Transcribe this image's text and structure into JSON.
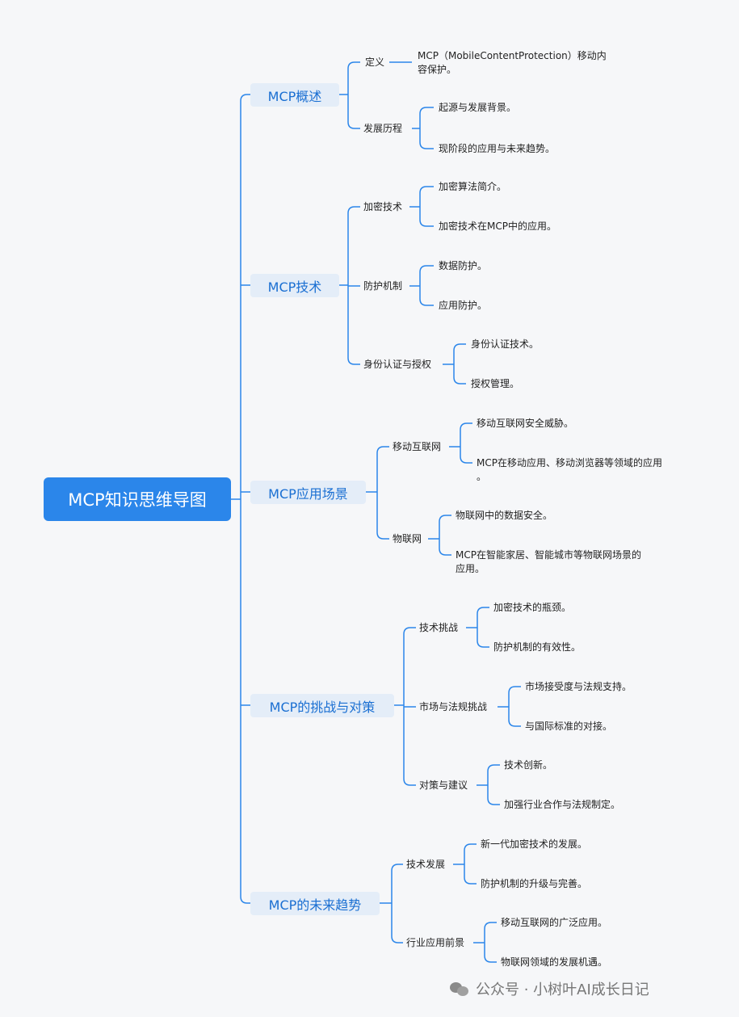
{
  "mindmap": {
    "root": "MCP知识思维导图",
    "topics": [
      {
        "label": "MCP概述",
        "subtopics": [
          {
            "label": "定义",
            "leaves": [
              [
                "MCP（MobileContentProtection）移动内",
                "容保护。"
              ]
            ]
          },
          {
            "label": "发展历程",
            "leaves": [
              [
                "起源与发展背景。"
              ],
              [
                "现阶段的应用与未来趋势。"
              ]
            ]
          }
        ]
      },
      {
        "label": "MCP技术",
        "subtopics": [
          {
            "label": "加密技术",
            "leaves": [
              [
                "加密算法简介。"
              ],
              [
                "加密技术在MCP中的应用。"
              ]
            ]
          },
          {
            "label": "防护机制",
            "leaves": [
              [
                "数据防护。"
              ],
              [
                "应用防护。"
              ]
            ]
          },
          {
            "label": "身份认证与授权",
            "leaves": [
              [
                "身份认证技术。"
              ],
              [
                "授权管理。"
              ]
            ]
          }
        ]
      },
      {
        "label": "MCP应用场景",
        "subtopics": [
          {
            "label": "移动互联网",
            "leaves": [
              [
                "移动互联网安全威胁。"
              ],
              [
                "MCP在移动应用、移动浏览器等领域的应用",
                "。"
              ]
            ]
          },
          {
            "label": "物联网",
            "leaves": [
              [
                "物联网中的数据安全。"
              ],
              [
                "MCP在智能家居、智能城市等物联网场景的",
                "应用。"
              ]
            ]
          }
        ]
      },
      {
        "label": "MCP的挑战与对策",
        "subtopics": [
          {
            "label": "技术挑战",
            "leaves": [
              [
                "加密技术的瓶颈。"
              ],
              [
                "防护机制的有效性。"
              ]
            ]
          },
          {
            "label": "市场与法规挑战",
            "leaves": [
              [
                "市场接受度与法规支持。"
              ],
              [
                "与国际标准的对接。"
              ]
            ]
          },
          {
            "label": "对策与建议",
            "leaves": [
              [
                "技术创新。"
              ],
              [
                "加强行业合作与法规制定。"
              ]
            ]
          }
        ]
      },
      {
        "label": "MCP的未来趋势",
        "subtopics": [
          {
            "label": "技术发展",
            "leaves": [
              [
                "新一代加密技术的发展。"
              ],
              [
                "防护机制的升级与完善。"
              ]
            ]
          },
          {
            "label": "行业应用前景",
            "leaves": [
              [
                "移动互联网的广泛应用。"
              ],
              [
                "物联网领域的发展机遇。"
              ]
            ]
          }
        ]
      }
    ]
  },
  "watermark": {
    "text": "公众号 · 小树叶AI成长日记",
    "icon": "wechat-icon"
  },
  "colors": {
    "root_bg": "#2b86ea",
    "topic_bg": "#e4edf8",
    "topic_text": "#1a6fd2",
    "line": "#2b86ea"
  }
}
